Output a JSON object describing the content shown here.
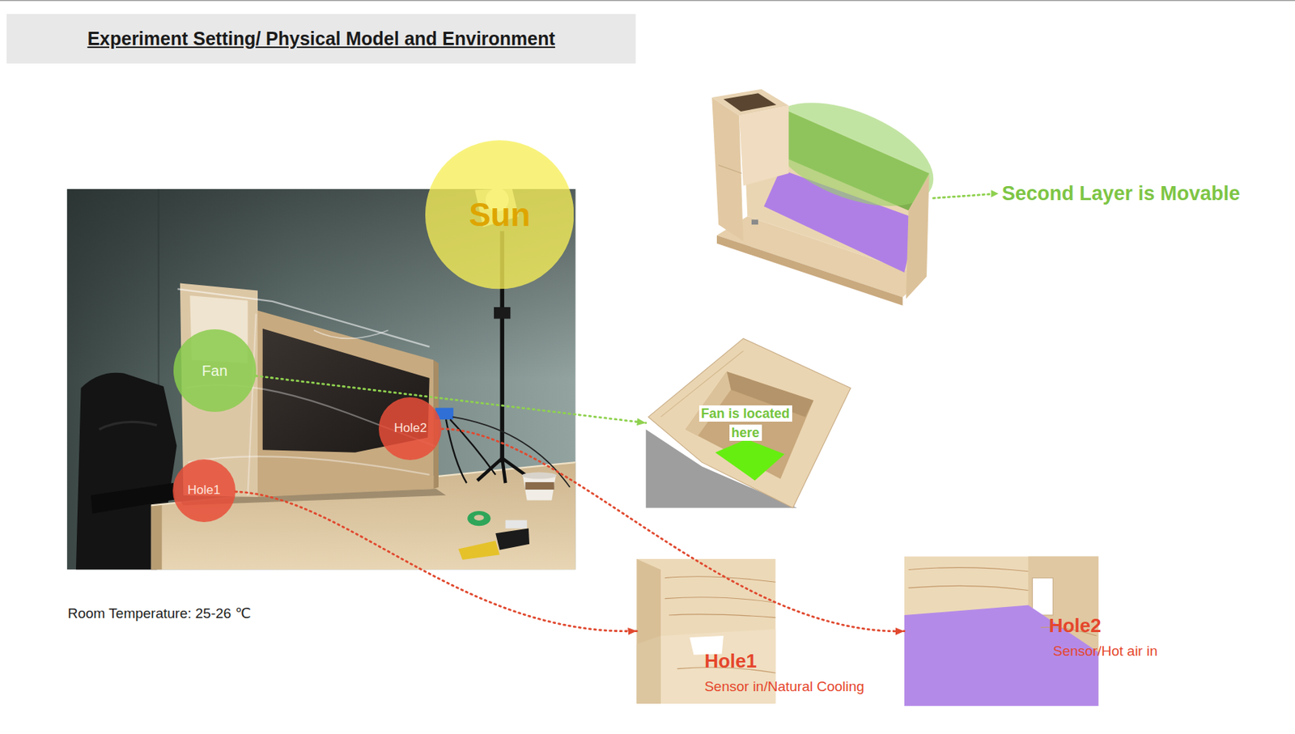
{
  "diagram": {
    "title": "Experiment Setting/ Physical Model and Environment",
    "nodes": [
      {
        "text": [
          "Sun"
        ]
      },
      {
        "text": [
          "Fan"
        ]
      },
      {
        "text": [
          "Hole2"
        ]
      },
      {
        "text": [
          "Hole1"
        ]
      },
      {
        "text": [
          "Fan is located here"
        ]
      },
      {
        "text": [
          "Hole1",
          "Sensor in/Natural Cooling"
        ]
      },
      {
        "text": [
          "Hole2",
          "Sensor/Hot air in"
        ]
      }
    ],
    "edges": [
      {
        "from": 1,
        "to": 4,
        "arrow": "to"
      },
      {
        "from": 3,
        "to": 5,
        "arrow": "to"
      },
      {
        "from": 2,
        "to": 6,
        "arrow": "to"
      }
    ],
    "labels": [
      "Second Layer is Movable",
      "Room Temperature: 25-26 ℃"
    ]
  }
}
